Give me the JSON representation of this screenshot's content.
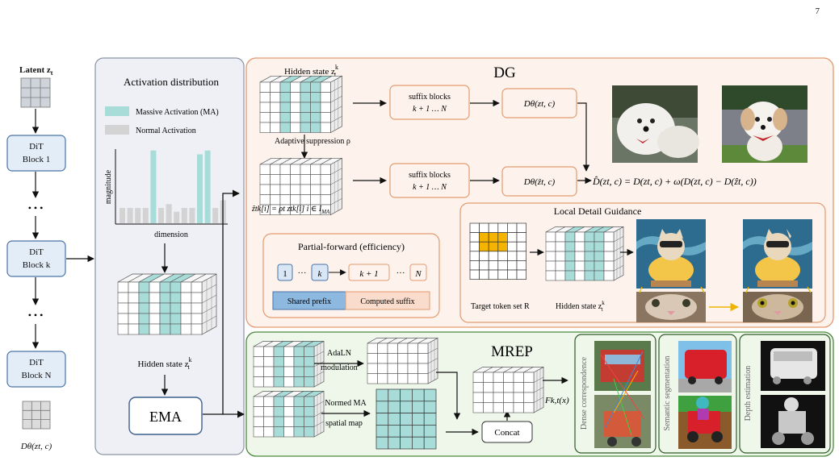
{
  "page_number": "7",
  "left_column": {
    "latent_label": "Latent z",
    "latent_subscript": "t",
    "blocks": [
      {
        "line1": "DiT",
        "line2": "Block 1"
      },
      {
        "line1": "DiT",
        "line2": "Block k"
      },
      {
        "line1": "DiT",
        "line2": "Block N"
      }
    ],
    "dots": "• • •",
    "output_label": "Dθ(zt, c)"
  },
  "activation_panel": {
    "title": "Activation distribution",
    "legend_ma": "Massive Activation (MA)",
    "legend_normal": "Normal Activation",
    "y_label": "magnitude",
    "x_label": "dimension",
    "hidden_state_label": "Hidden state z",
    "hidden_state_sup": "k",
    "hidden_state_sub": "t",
    "ema_label": "EMA"
  },
  "dg_panel": {
    "title": "DG",
    "hidden_state_label": "Hidden state z",
    "adaptive_label": "Adaptive suppression ρ",
    "suffix_label_1": "suffix blocks",
    "suffix_label_2": "k + 1 … N",
    "d_top": "Dθ(zt, c)",
    "d_bottom": "Dθ(ẑt, c)",
    "formula": "D̂(zt, c) = D(zt, c) + ω(D(zt, c) − D(ẑt, c))",
    "suppression_formula": "ẑtk[i] = ρt ztk[i]  i ∈ I",
    "partial_title": "Partial-forward (efficiency)",
    "seq_1": "1",
    "seq_k": "k",
    "seq_k1": "k + 1",
    "seq_n": "N",
    "seq_dots": "···",
    "shared_prefix": "Shared prefix",
    "computed_suffix": "Computed suffix",
    "ldg_title": "Local Detail Guidance",
    "target_token": "Target token set R",
    "ldg_hidden": "Hidden state z"
  },
  "mrep_panel": {
    "title": "MREP",
    "adaln_1": "AdaLN",
    "adaln_2": "modulation",
    "normed_1": "Normed MA",
    "normed_2": "spatial map",
    "concat": "Concat",
    "feature_label": "Fk,t(x)",
    "task_dense": "Dense correspondence",
    "task_semantic": "Semantic segmentation",
    "task_depth": "Depth estimation"
  },
  "colors": {
    "ma_teal": "#a8dcd9",
    "normal_gray": "#d3d3d3",
    "panel_gray_bg": "#eef0f5",
    "dg_bg": "#fdf3ec",
    "dg_border": "#e39a70",
    "mrep_bg": "#eef7ea",
    "mrep_border": "#4a8a3c",
    "block_fill": "#e3edf8",
    "block_border": "#4a73a8",
    "orange_cell": "#f5b400",
    "prefix_blue": "#8db8e0",
    "suffix_orange": "#f9dccb"
  },
  "bar_chart": {
    "values": [
      2,
      2,
      2,
      2,
      9.5,
      2,
      2.5,
      1.5,
      2,
      2,
      9,
      9.5,
      2,
      3
    ],
    "massive_indices": [
      4,
      10,
      11
    ]
  }
}
